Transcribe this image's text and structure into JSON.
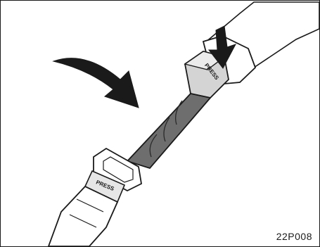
{
  "figure": {
    "code": "22P008",
    "upper_latch_text": "PRESS",
    "lower_latch_text": "PRESS"
  },
  "colors": {
    "outline": "#1a1a1a",
    "belt_webbing": "#6e6e6e",
    "latch_shade": "#d4d4d4",
    "arrow": "#1a1a1a"
  }
}
